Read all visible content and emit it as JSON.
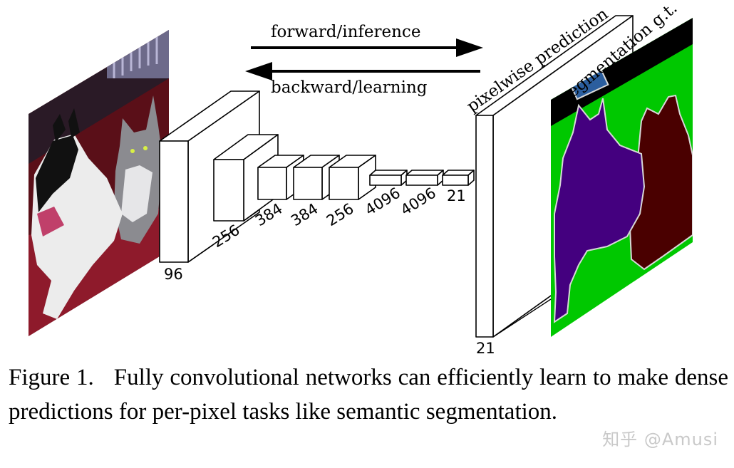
{
  "arrows": {
    "forward_label": "forward/inference",
    "backward_label": "backward/learning"
  },
  "layers": [
    {
      "label": "96"
    },
    {
      "label": "256"
    },
    {
      "label": "384"
    },
    {
      "label": "384"
    },
    {
      "label": "256"
    },
    {
      "label": "4096"
    },
    {
      "label": "4096"
    },
    {
      "label": "21"
    }
  ],
  "output": {
    "pixelwise_label": "pixelwise prediction",
    "segmentation_label": "segmentation g.t.",
    "depth_label": "21"
  },
  "colors": {
    "seg_background": "#00c800",
    "seg_dog": "#44007f",
    "seg_cat": "#4a0000",
    "seg_void": "#000000",
    "seg_boundary": "#d8d8d8",
    "seg_extra": "#2b5e9e"
  },
  "caption": {
    "figure_number": "Figure 1.",
    "text": "Fully convolutional networks can efficiently learn to make dense predictions for per-pixel tasks like semantic segmentation."
  },
  "watermark": "知乎 @Amusi"
}
